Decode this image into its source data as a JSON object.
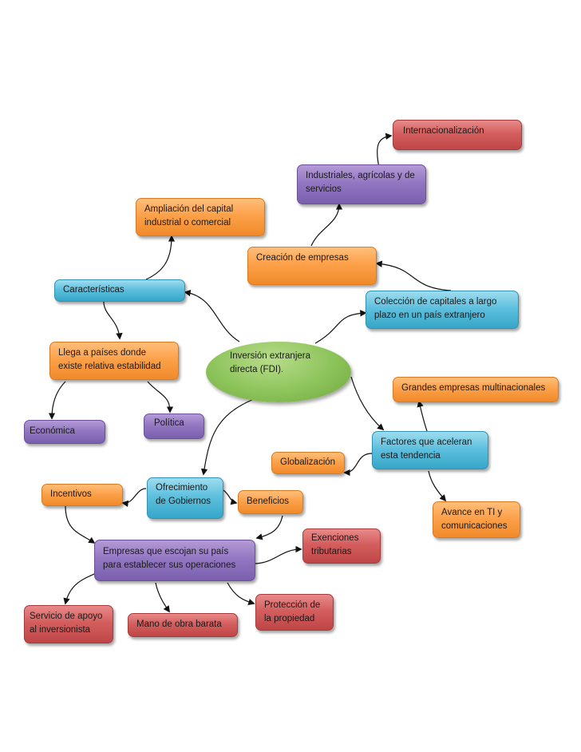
{
  "center": {
    "line1": "Inversión extranjera",
    "line2": "directa (FDI)."
  },
  "nodes": {
    "internacionalizacion": "Internacionalización",
    "industriales_1": "Industriales, agrícolas y de",
    "industriales_2": "servicios",
    "ampliacion_1": "Ampliación del capital",
    "ampliacion_2": "industrial o comercial",
    "creacion": "Creación de empresas",
    "caracteristicas": "Características",
    "coleccion_1": "Colección de capitales a largo",
    "coleccion_2": "plazo en un país extranjero",
    "llega_1": "Llega a países donde",
    "llega_2": "existe relativa estabilidad",
    "grandes": "Grandes empresas multinacionales",
    "economica": "Económica",
    "politica": "Política",
    "factores_1": "Factores que aceleran",
    "factores_2": "esta tendencia",
    "globalizacion": "Globalización",
    "ofrecimiento_1": "Ofrecimiento",
    "ofrecimiento_2": "de Gobiernos",
    "incentivos": "Incentivos",
    "beneficios": "Beneficios",
    "avance_1": "Avance en TI y",
    "avance_2": "comunicaciones",
    "exenciones_1": "Exenciones",
    "exenciones_2": "tributarias",
    "empresas_1": "Empresas que escojan su país",
    "empresas_2": "para establecer sus operaciones",
    "proteccion_1": "Protección de",
    "proteccion_2": "la propiedad",
    "servicio_1": "Servicio de apoyo",
    "servicio_2": "al inversionista",
    "mano": "Mano de obra barata"
  },
  "colors": {
    "orange": "#fca14a",
    "blue": "#5ec0de",
    "purple": "#9377c2",
    "red": "#d45e5e",
    "green": "#8cc35a"
  }
}
